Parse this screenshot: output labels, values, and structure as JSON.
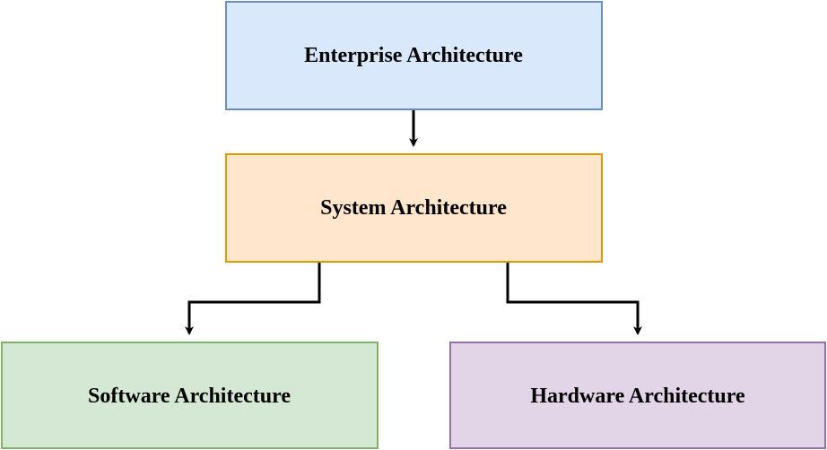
{
  "diagram": {
    "nodes": [
      {
        "id": "enterprise",
        "label": "Enterprise Architecture",
        "fill": "#dae8fc",
        "stroke": "#6c8ebf"
      },
      {
        "id": "system",
        "label": "System Architecture",
        "fill": "#ffe6cc",
        "stroke": "#d79b00"
      },
      {
        "id": "software",
        "label": "Software Architecture",
        "fill": "#d5e8d4",
        "stroke": "#82b366"
      },
      {
        "id": "hardware",
        "label": "Hardware Architecture",
        "fill": "#e1d5e7",
        "stroke": "#9673a6"
      }
    ],
    "edges": [
      {
        "from": "enterprise",
        "to": "system"
      },
      {
        "from": "system",
        "to": "software"
      },
      {
        "from": "system",
        "to": "hardware"
      }
    ],
    "edge_color": "#000000"
  }
}
